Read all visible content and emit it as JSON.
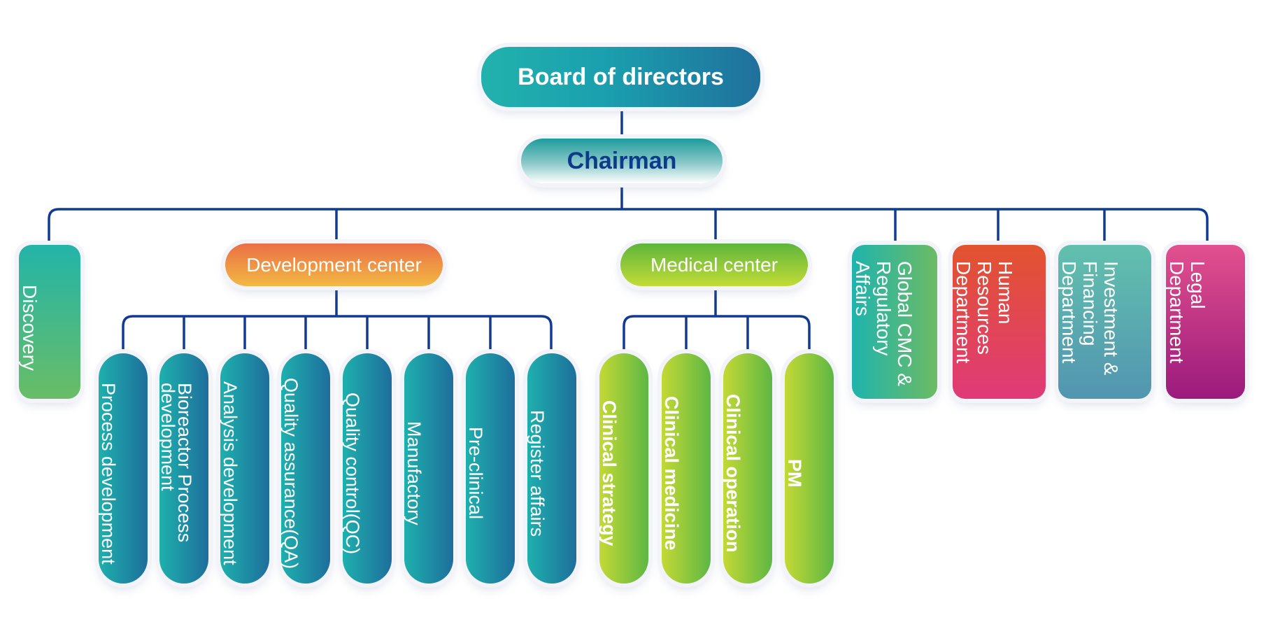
{
  "chart": {
    "root": {
      "label": "Board of directors"
    },
    "chairman": {
      "label": "Chairman"
    },
    "departments": [
      {
        "key": "discovery",
        "label": "Discovery"
      },
      {
        "key": "development",
        "label": "Development center",
        "children": [
          "Process development",
          "Bioreactor Process development",
          "Analysis development",
          "Quality assurance(QA)",
          "Quality control(QC)",
          "Manufactory",
          "Pre-clinical",
          "Register affairs"
        ]
      },
      {
        "key": "medical",
        "label": "Medical center",
        "children": [
          "Clinical strategy",
          "Clinical medicine",
          "Clinical operation",
          "PM"
        ]
      },
      {
        "key": "cmc",
        "label": "Global CMC & Regulatory Affairs"
      },
      {
        "key": "hr",
        "label": "Human Resources Department"
      },
      {
        "key": "investment",
        "label": "Investment & Financing Department"
      },
      {
        "key": "legal",
        "label": "Legal Department"
      }
    ]
  },
  "colors": {
    "connector": "#103a94",
    "board": "#1a9fae",
    "chairman_text": "#0e3a8c",
    "development": "#ef8f45",
    "medical": "#8cc83a",
    "development_children": "#1e8fa5",
    "medical_children": "#8fc83c",
    "discovery": "#45b888",
    "cmc": "#45b68a",
    "hr": "#e14755",
    "investment": "#5aabaf",
    "legal": "#c03585"
  }
}
